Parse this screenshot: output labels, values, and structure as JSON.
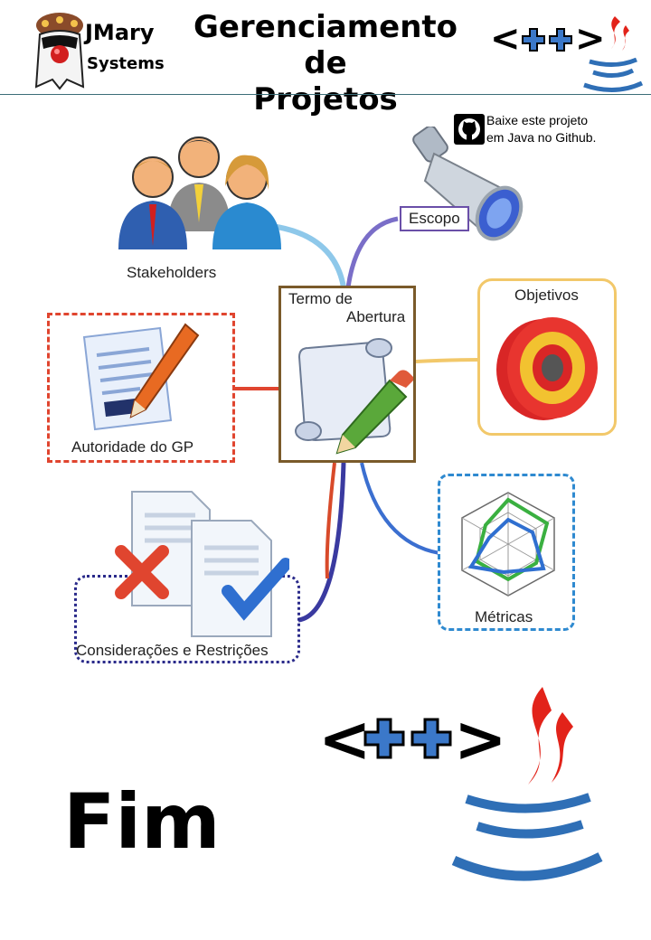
{
  "header": {
    "logo_line1": "JMary",
    "logo_line2": "Systems",
    "title_line1": "Gerenciamento de",
    "title_line2": "Projetos",
    "cpp_glyph": "<++>"
  },
  "github": {
    "line1": "Baixe este projeto",
    "line2": "em Java no Github."
  },
  "diagram": {
    "center_line1": "Termo de",
    "center_line2": "Abertura",
    "stakeholders": "Stakeholders",
    "escopo": "Escopo",
    "objetivos": "Objetivos",
    "autoridade": "Autoridade do GP",
    "metricas": "Métricas",
    "consideracoes": "Considerações e Restrições"
  },
  "footer": {
    "fim": "Fim",
    "cpp_glyph": "<++>"
  },
  "colors": {
    "header_rule": "#3c6e78",
    "java_red": "#e2231a",
    "java_blue": "#2f6fb6",
    "plus_blue": "#3b78c9"
  }
}
